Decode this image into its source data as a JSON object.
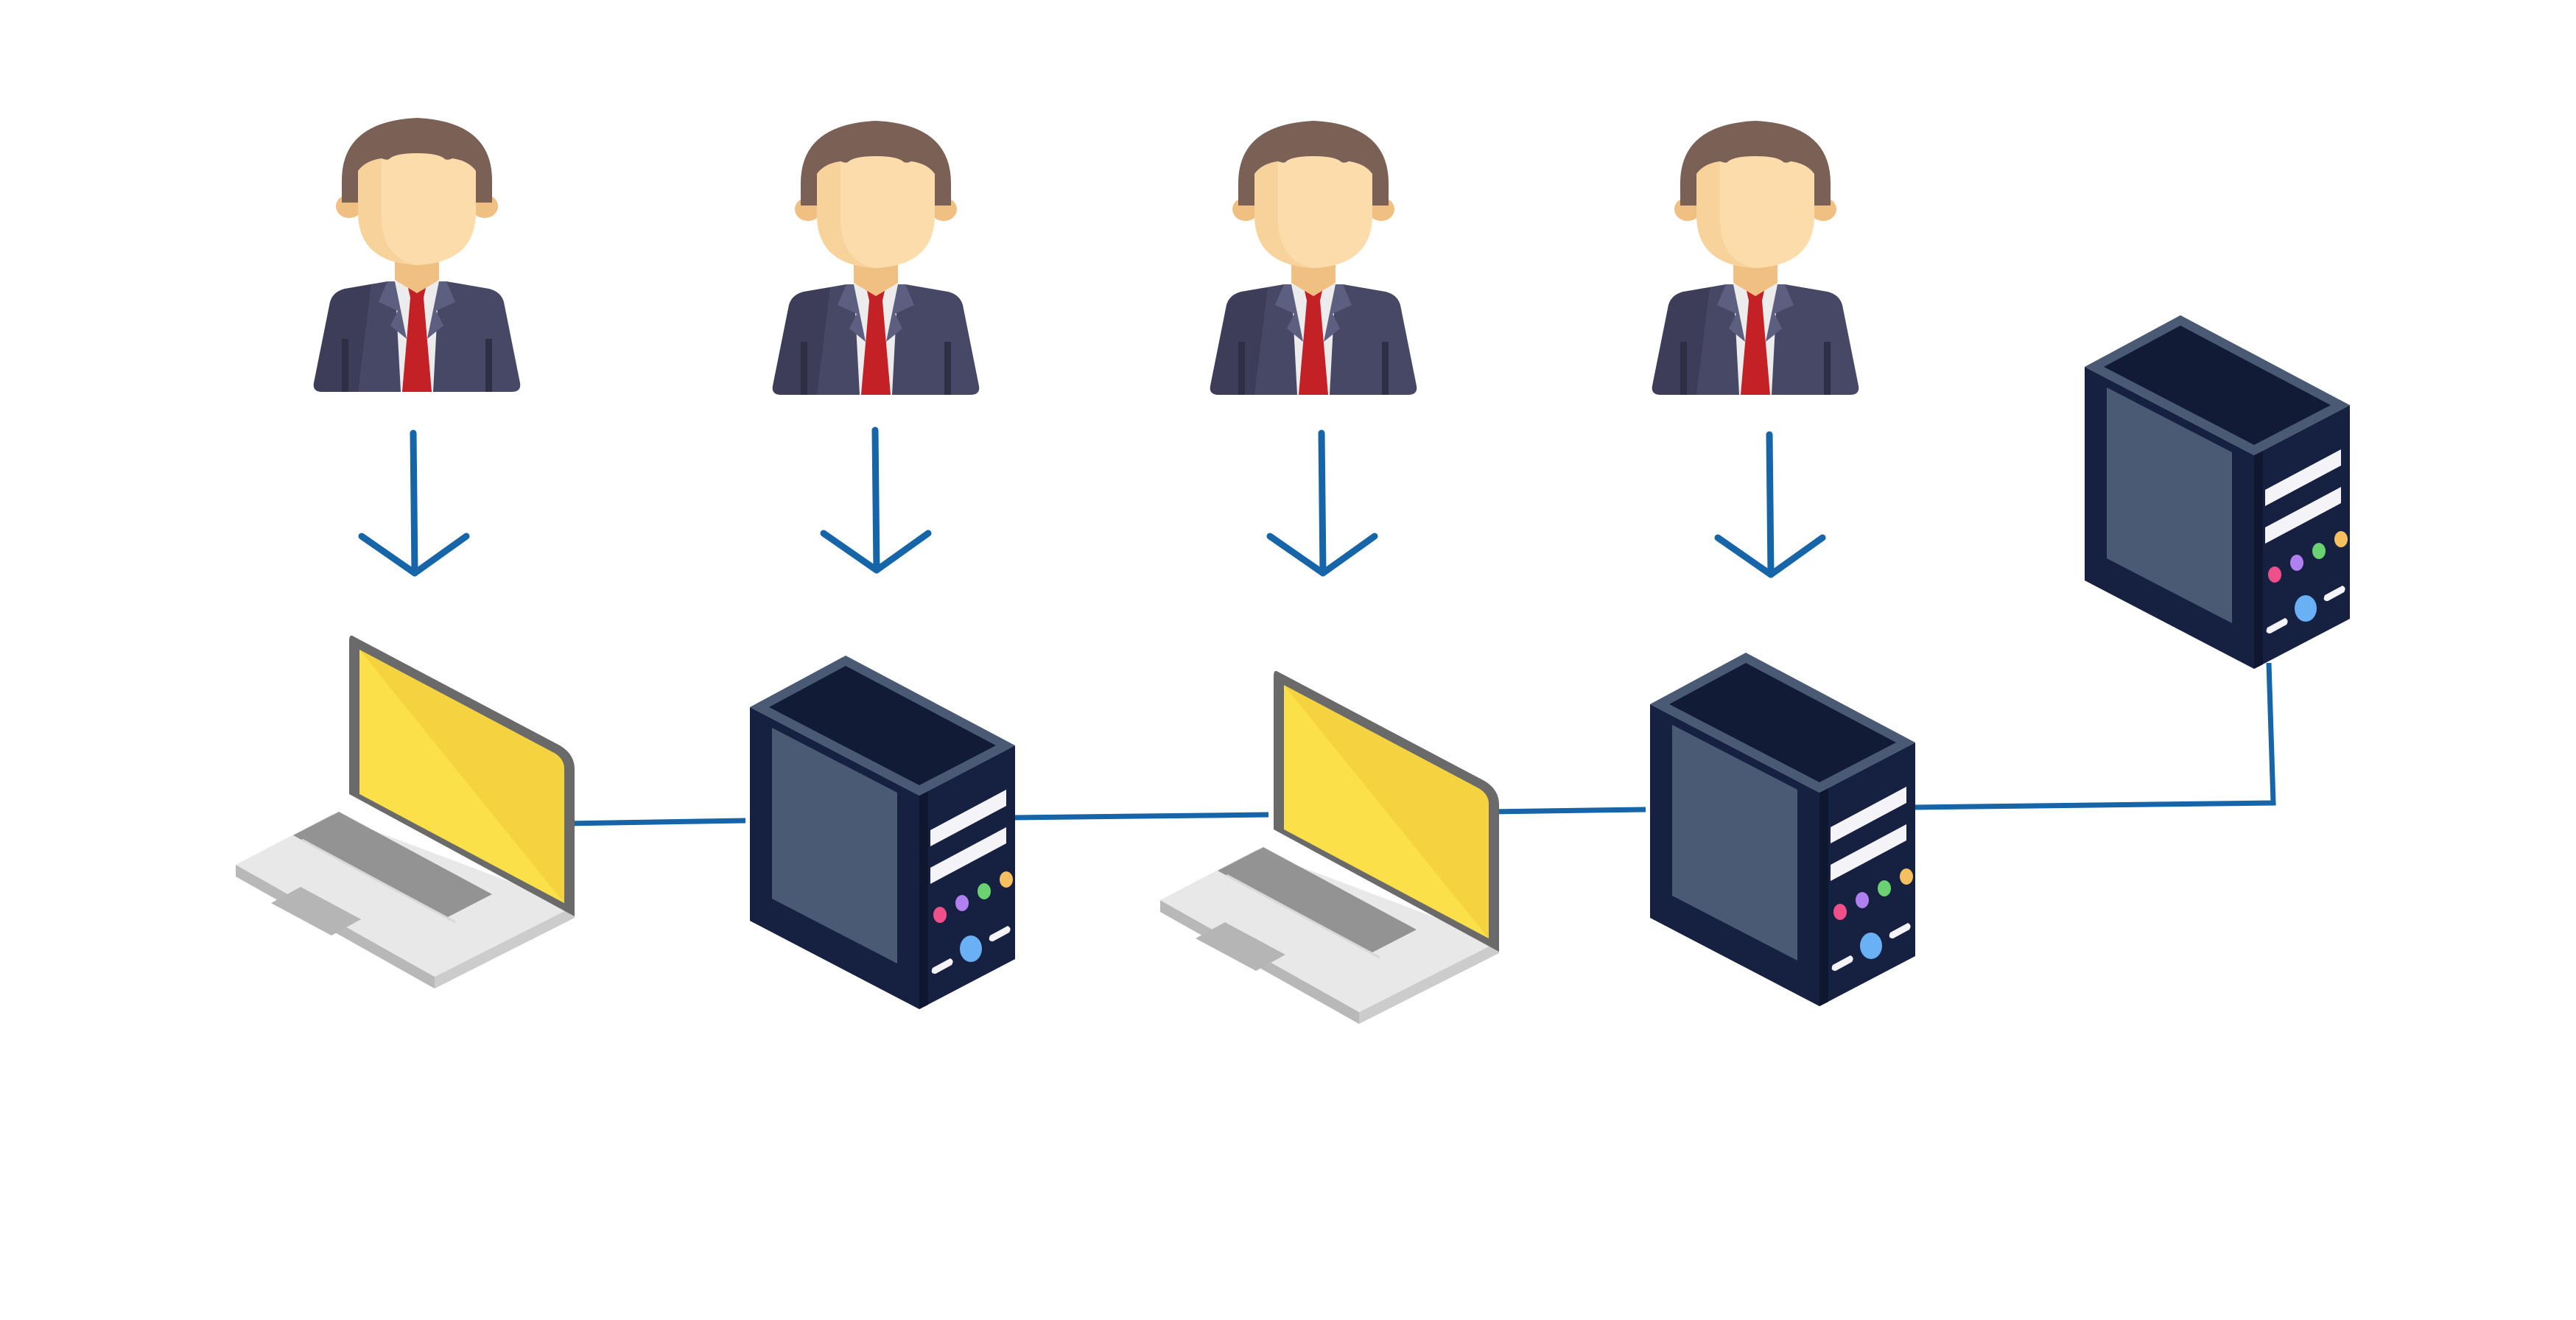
{
  "diagram": {
    "colors": {
      "background": "#ffffff",
      "connection_line": "#1565a8",
      "arrow": "#1565a8",
      "hair": "#7b6055",
      "skin": "#fcdcaa",
      "suit": "#474866",
      "tie": "#c42126",
      "server_body": "#162040",
      "server_panel": "#4a5a74",
      "laptop_screen": "#fbe04a",
      "laptop_base": "#e8e8e8"
    },
    "users": [
      {
        "id": "user-1",
        "icon": "businessman-icon"
      },
      {
        "id": "user-2",
        "icon": "businessman-icon"
      },
      {
        "id": "user-3",
        "icon": "businessman-icon"
      },
      {
        "id": "user-4",
        "icon": "businessman-icon"
      }
    ],
    "devices": [
      {
        "id": "laptop-1",
        "type": "laptop",
        "icon": "laptop-icon"
      },
      {
        "id": "server-1",
        "type": "server",
        "icon": "server-icon"
      },
      {
        "id": "laptop-2",
        "type": "laptop",
        "icon": "laptop-icon"
      },
      {
        "id": "server-2",
        "type": "server",
        "icon": "server-icon"
      },
      {
        "id": "server-3",
        "type": "server",
        "icon": "server-icon"
      }
    ],
    "arrows": [
      {
        "from": "user-1",
        "to": "laptop-1",
        "icon": "arrow-down-icon"
      },
      {
        "from": "user-2",
        "to": "server-1",
        "icon": "arrow-down-icon"
      },
      {
        "from": "user-3",
        "to": "laptop-2",
        "icon": "arrow-down-icon"
      },
      {
        "from": "user-4",
        "to": "server-2",
        "icon": "arrow-down-icon"
      }
    ],
    "connections": [
      {
        "from": "laptop-1",
        "to": "server-1"
      },
      {
        "from": "server-1",
        "to": "laptop-2"
      },
      {
        "from": "laptop-2",
        "to": "server-2"
      },
      {
        "from": "server-2",
        "to": "server-3"
      }
    ]
  }
}
